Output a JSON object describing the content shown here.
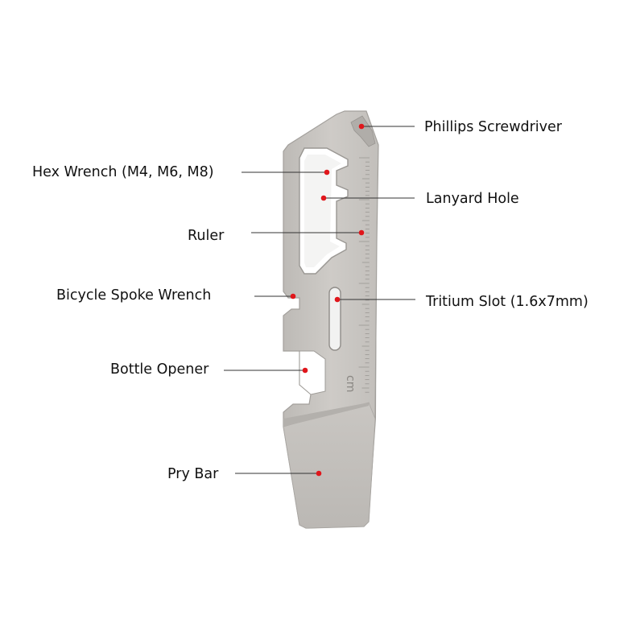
{
  "diagram": {
    "colors": {
      "marker": "#e0161b",
      "leader": "#333333",
      "label": "#111111",
      "metal_face": "#c8c5c1",
      "metal_edge": "#a9a6a2",
      "metal_dark": "#8f8c88"
    },
    "ruler_unit": "cm",
    "callouts": [
      {
        "id": "phillips",
        "label": "Phillips Screwdriver"
      },
      {
        "id": "hex",
        "label": "Hex Wrench (M4, M6, M8)"
      },
      {
        "id": "lanyard",
        "label": "Lanyard Hole"
      },
      {
        "id": "ruler",
        "label": "Ruler"
      },
      {
        "id": "spoke",
        "label": "Bicycle Spoke Wrench"
      },
      {
        "id": "tritium",
        "label": "Tritium Slot (1.6x7mm)"
      },
      {
        "id": "bottle",
        "label": "Bottle Opener"
      },
      {
        "id": "pry",
        "label": "Pry Bar"
      }
    ]
  }
}
